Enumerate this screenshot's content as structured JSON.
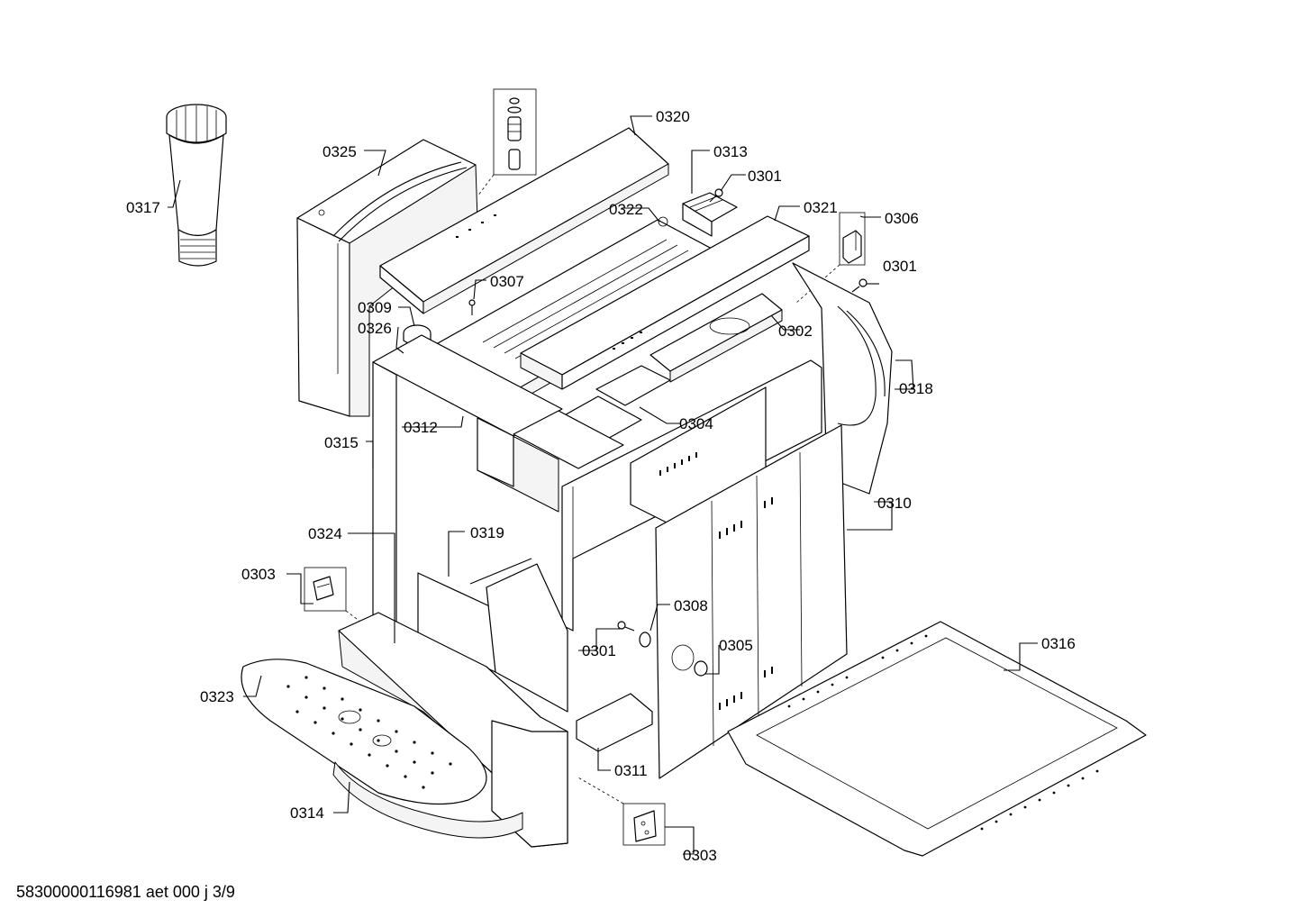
{
  "footer": "58300000116981 aet 000 j 3/9",
  "callouts": [
    {
      "id": "c0317",
      "label": "0317"
    },
    {
      "id": "c0325",
      "label": "0325"
    },
    {
      "id": "c0320",
      "label": "0320"
    },
    {
      "id": "c0313",
      "label": "0313"
    },
    {
      "id": "c0301a",
      "label": "0301"
    },
    {
      "id": "c0322",
      "label": "0322"
    },
    {
      "id": "c0321",
      "label": "0321"
    },
    {
      "id": "c0306",
      "label": "0306"
    },
    {
      "id": "c0301b",
      "label": "0301"
    },
    {
      "id": "c0307",
      "label": "0307"
    },
    {
      "id": "c0309",
      "label": "0309"
    },
    {
      "id": "c0326",
      "label": "0326"
    },
    {
      "id": "c0302",
      "label": "0302"
    },
    {
      "id": "c0318",
      "label": "0318"
    },
    {
      "id": "c0312",
      "label": "0312"
    },
    {
      "id": "c0304",
      "label": "0304"
    },
    {
      "id": "c0315",
      "label": "0315"
    },
    {
      "id": "c0310",
      "label": "0310"
    },
    {
      "id": "c0324",
      "label": "0324"
    },
    {
      "id": "c0319",
      "label": "0319"
    },
    {
      "id": "c0303a",
      "label": "0303"
    },
    {
      "id": "c0308",
      "label": "0308"
    },
    {
      "id": "c0301c",
      "label": "0301"
    },
    {
      "id": "c0305",
      "label": "0305"
    },
    {
      "id": "c0316",
      "label": "0316"
    },
    {
      "id": "c0323",
      "label": "0323"
    },
    {
      "id": "c0311",
      "label": "0311"
    },
    {
      "id": "c0314",
      "label": "0314"
    },
    {
      "id": "c0303b",
      "label": "0303"
    }
  ]
}
